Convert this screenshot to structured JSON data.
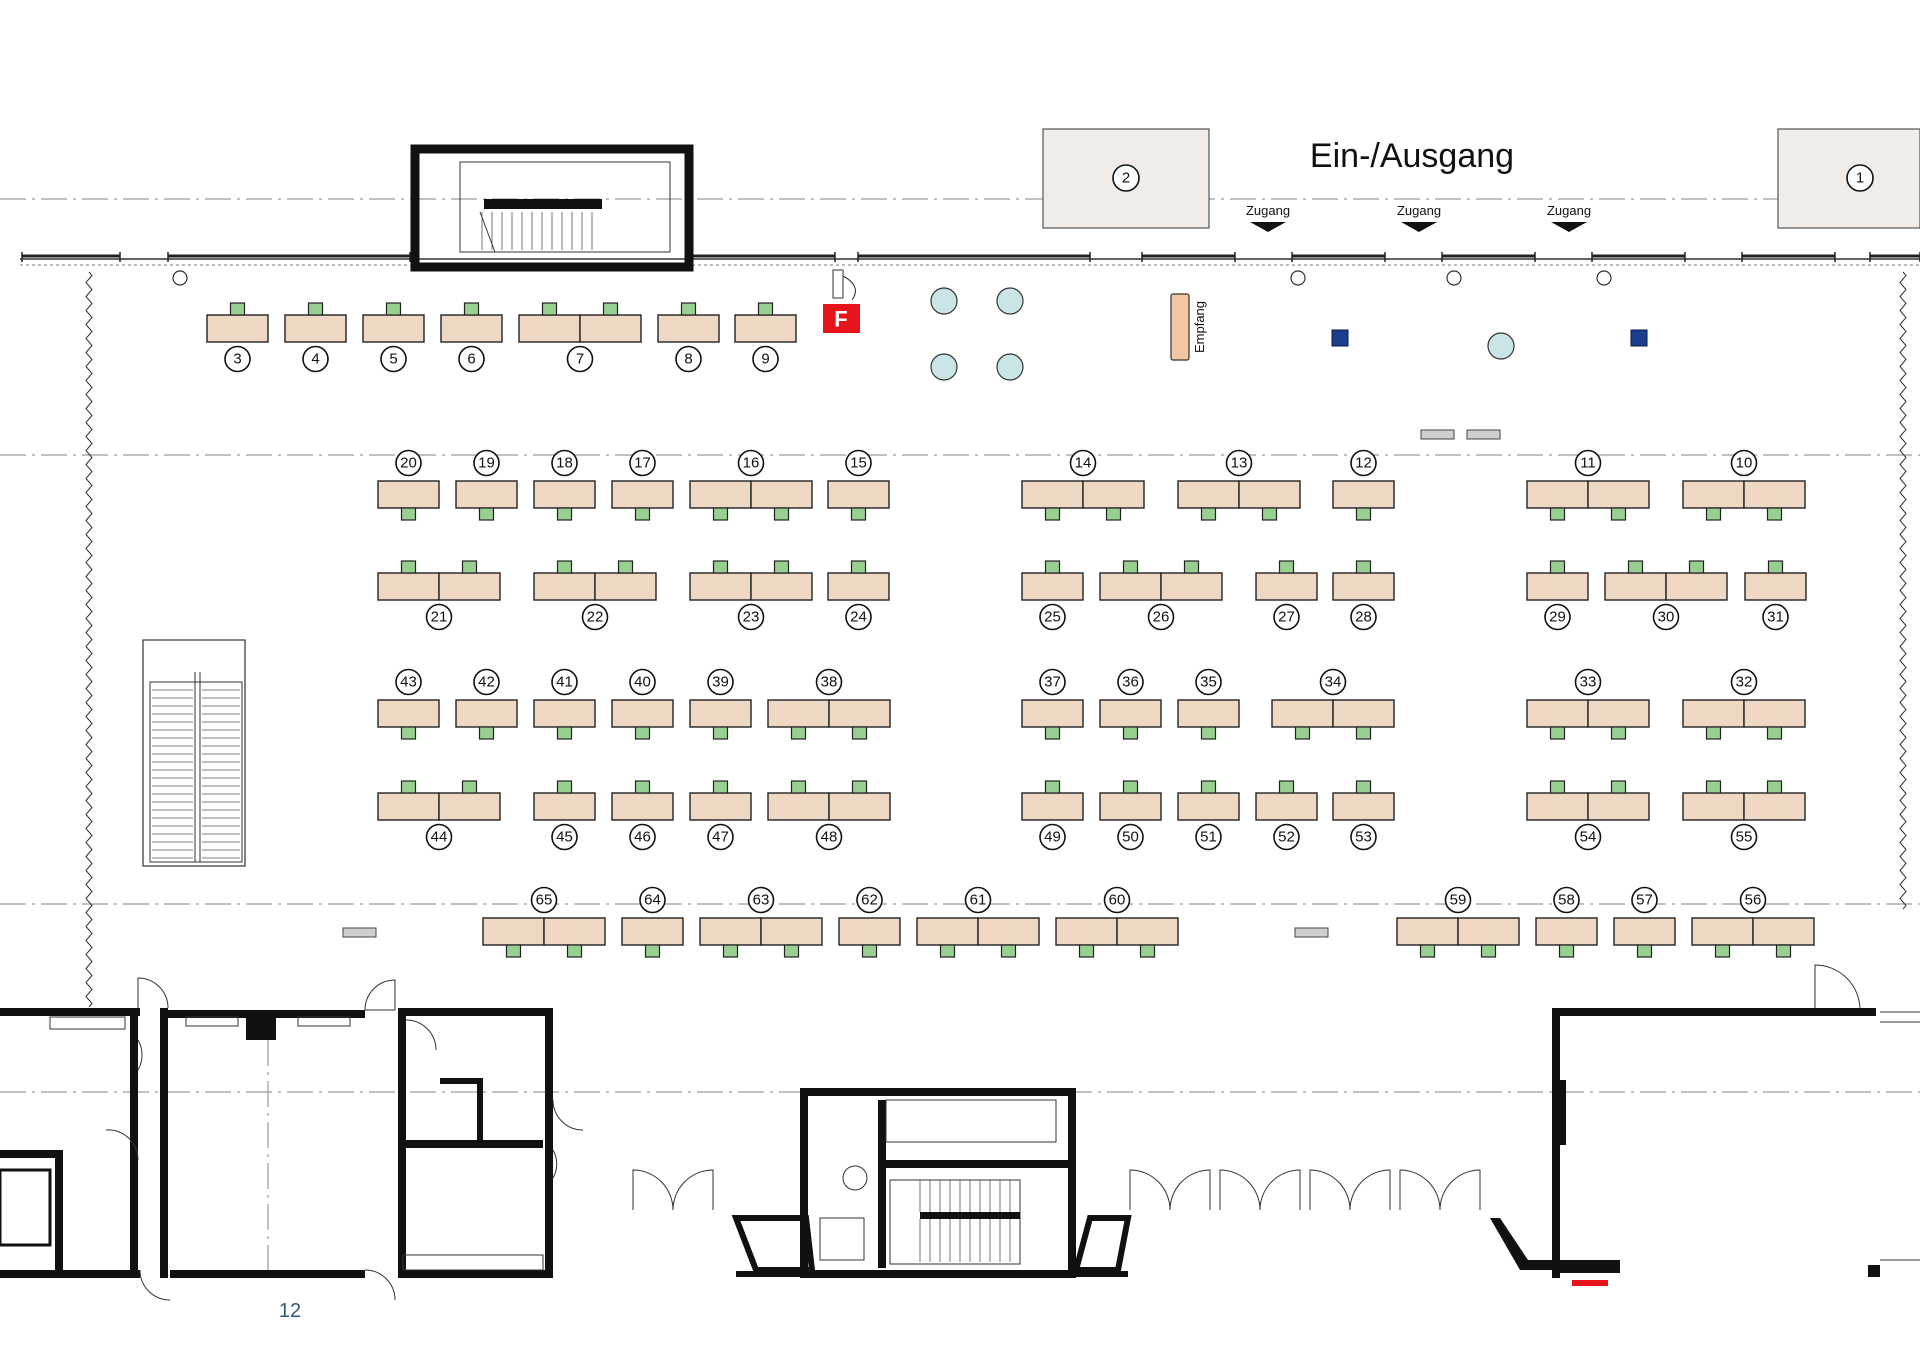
{
  "labels": {
    "entrance": "Ein-/Ausgang",
    "access": "Zugang",
    "reception": "Empfang",
    "fire_extinguisher": "F",
    "page_number": "12"
  },
  "colors": {
    "desk_fill": "#eed8c4",
    "chair_fill": "#98d092",
    "round_table_fill": "#c9e5e6",
    "fire_red": "#e8141b",
    "blue_marker": "#1a3f8e",
    "page_number": "#2f5a78"
  },
  "outside_booths": [
    "1",
    "2"
  ],
  "stands": {
    "row_top": [
      "3",
      "4",
      "5",
      "6",
      "7",
      "8",
      "9"
    ],
    "row_a_front": [
      "20",
      "19",
      "18",
      "17",
      "16",
      "15",
      "14",
      "13",
      "12",
      "11",
      "10"
    ],
    "row_a_back": [
      "21",
      "22",
      "23",
      "24",
      "25",
      "26",
      "27",
      "28",
      "29",
      "30",
      "31"
    ],
    "row_b_front": [
      "43",
      "42",
      "41",
      "40",
      "39",
      "38",
      "37",
      "36",
      "35",
      "34",
      "33",
      "32"
    ],
    "row_b_back": [
      "44",
      "45",
      "46",
      "47",
      "48",
      "49",
      "50",
      "51",
      "52",
      "53",
      "54",
      "55"
    ],
    "row_c": [
      "65",
      "64",
      "63",
      "62",
      "61",
      "60",
      "59",
      "58",
      "57",
      "56"
    ]
  }
}
